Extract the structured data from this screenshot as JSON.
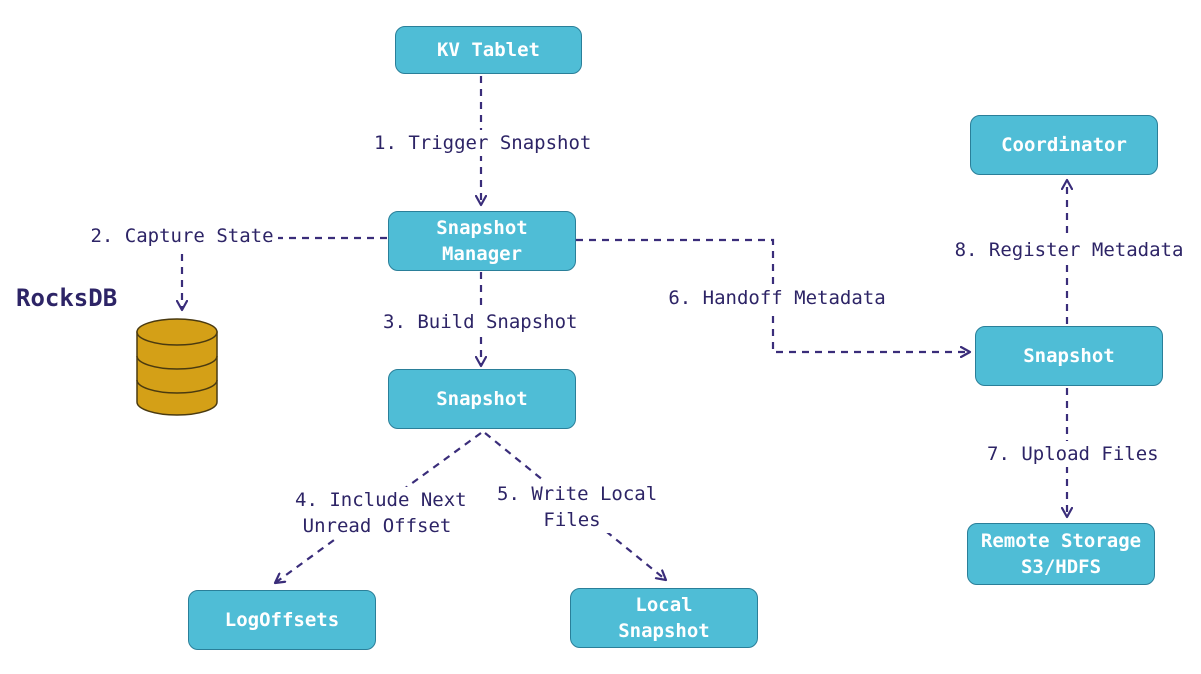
{
  "nodes": {
    "kv_tablet": "KV Tablet",
    "snapshot_manager": [
      "Snapshot",
      "Manager"
    ],
    "snapshot": "Snapshot",
    "coordinator": "Coordinator",
    "snapshot_right": "Snapshot",
    "remote_storage": [
      "Remote Storage",
      "S3/HDFS"
    ],
    "log_offsets": "LogOffsets",
    "local_snapshot": [
      "Local",
      "Snapshot"
    ],
    "rocksdb": "RocksDB"
  },
  "edges": {
    "trigger": "1. Trigger Snapshot",
    "capture": "2. Capture State",
    "build": "3. Build Snapshot",
    "include": [
      "4. Include Next",
      "Unread Offset"
    ],
    "write": [
      "5. Write Local",
      "Files"
    ],
    "handoff": "6. Handoff Metadata",
    "upload": "7. Upload Files",
    "register": "8. Register Metadata"
  },
  "colors": {
    "node_fill": "#4fbdd6",
    "node_border": "#2a7f99",
    "edge": "#3a2d7a",
    "text": "#2d2466",
    "db_fill": "#d4a017"
  }
}
